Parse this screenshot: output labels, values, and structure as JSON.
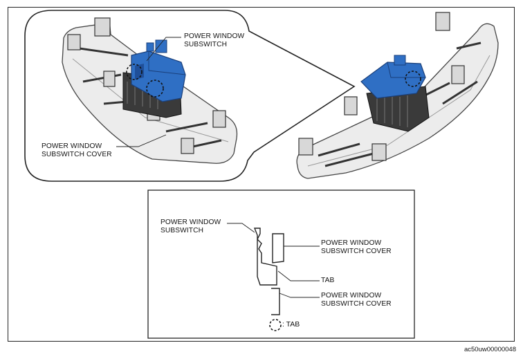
{
  "labels": {
    "inset_switch": [
      "POWER WINDOW",
      "SUBSWITCH"
    ],
    "inset_cover": [
      "POWER WINDOW",
      "SUBSWITCH COVER"
    ],
    "section_switch": [
      "POWER WINDOW",
      "SUBSWITCH"
    ],
    "section_cover_upper": [
      "POWER WINDOW",
      "SUBSWITCH COVER"
    ],
    "section_tab": "TAB",
    "section_cover_lower": [
      "POWER WINDOW",
      "SUBSWITCH COVER"
    ],
    "legend_tab": ": TAB"
  },
  "figure_code": "ac50uw00000048",
  "colors": {
    "switch_blue": "#2f6fc4",
    "switch_blue_dark": "#1f4f99",
    "cover_gray": "#e6e6e6",
    "dark_body": "#3a3a3a"
  }
}
